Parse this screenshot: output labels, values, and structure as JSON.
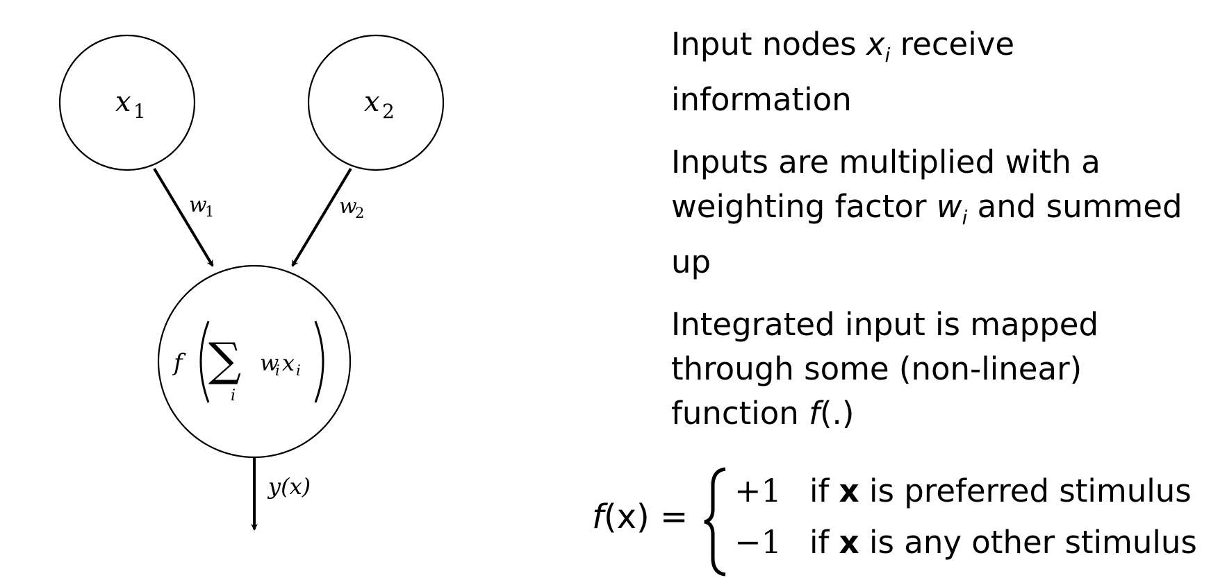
{
  "diagram": {
    "input1_label": "x",
    "input1_sub": "1",
    "input2_label": "x",
    "input2_sub": "2",
    "weight1_label": "w",
    "weight1_sub": "1",
    "weight2_label": "w",
    "weight2_sub": "2",
    "neuron_f": "f",
    "neuron_sum_index": "i",
    "neuron_term": "w",
    "neuron_term_sub": "i",
    "neuron_term2": "x",
    "neuron_term2_sub": "i",
    "output_label": "y(x)"
  },
  "explanations": [
    {
      "pre": "Input nodes ",
      "sym": "x",
      "sub": "i",
      "post": " receive information"
    },
    {
      "pre": "Inputs are multiplied with a weighting factor ",
      "sym": "w",
      "sub": "i",
      "post": " and summed up"
    },
    {
      "pre": "Integrated input is mapped through some (non-linear) function ",
      "sym": "f",
      "sub": "",
      "post": "(.)"
    }
  ],
  "formula": {
    "lhs_func": "f",
    "lhs_arg": "(x) =",
    "cases": [
      {
        "value": "+1",
        "pre": "if ",
        "bold": "x",
        "post": " is preferred stimulus"
      },
      {
        "value": "−1",
        "pre": "if ",
        "bold": "x",
        "post": " is any other stimulus"
      }
    ]
  }
}
